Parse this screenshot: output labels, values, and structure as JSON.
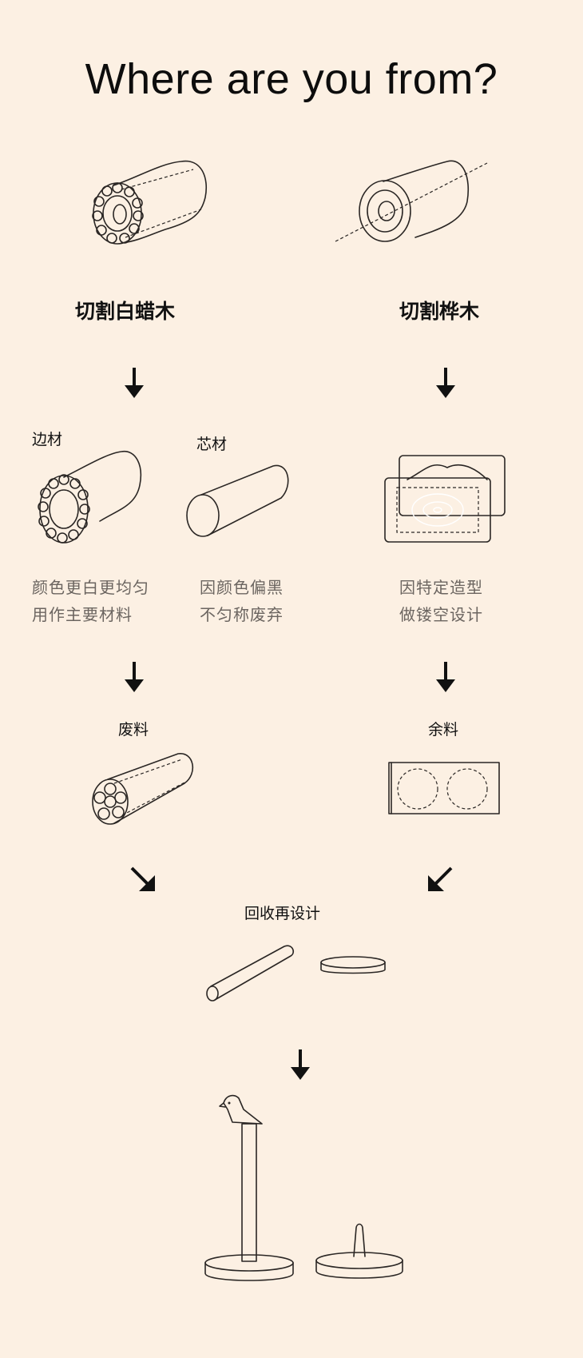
{
  "title": "Where are you from?",
  "left": {
    "heading": "切割白蜡木",
    "sapwood": {
      "label": "边材",
      "desc": [
        "颜色更白更均匀",
        "用作主要材料"
      ]
    },
    "heartwood": {
      "label": "芯材",
      "desc": [
        "因颜色偏黑",
        "不匀称废弃"
      ]
    },
    "waste_label": "废料"
  },
  "right": {
    "heading": "切割桦木",
    "desc": [
      "因特定造型",
      "做镂空设计"
    ],
    "leftover_label": "余料"
  },
  "recycle_label": "回收再设计"
}
